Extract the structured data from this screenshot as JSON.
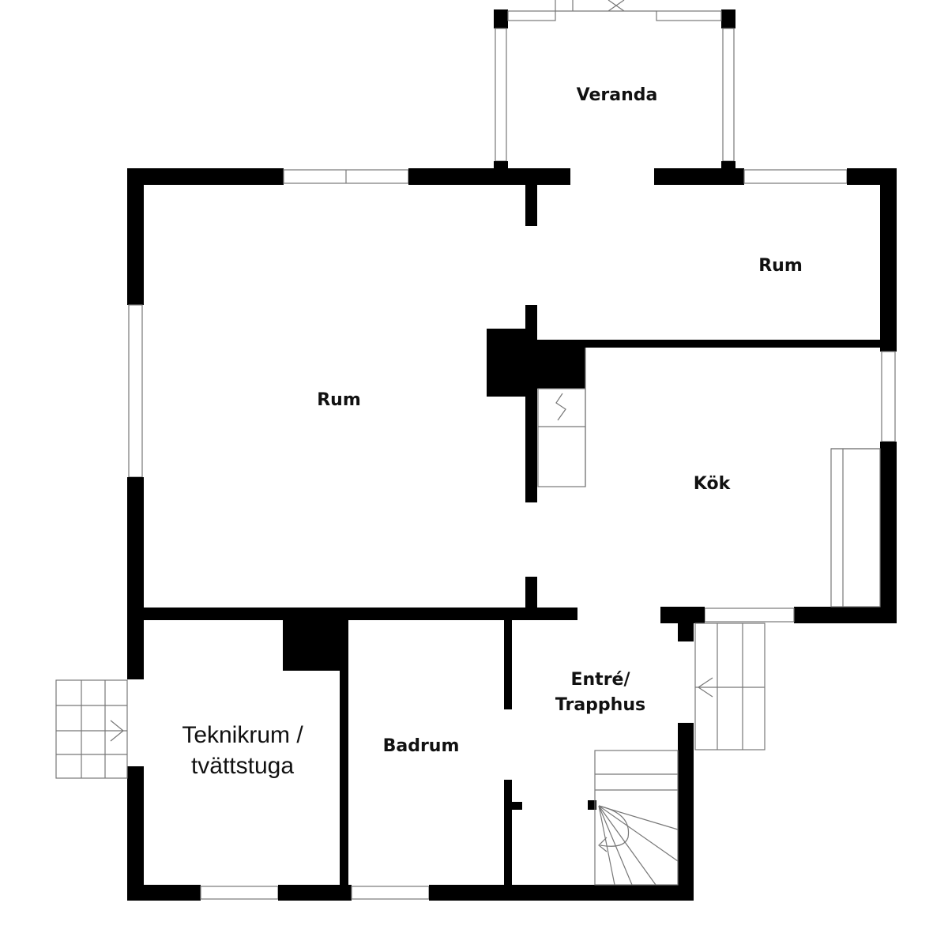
{
  "rooms": {
    "veranda": "Veranda",
    "rum_top_right": "Rum",
    "rum_main": "Rum",
    "kok": "Kök",
    "entre_line1": "Entré/",
    "entre_line2": "Trapphus",
    "badrum": "Badrum",
    "teknik_line1": "Teknikrum /",
    "teknik_line2": "tvättstuga"
  }
}
